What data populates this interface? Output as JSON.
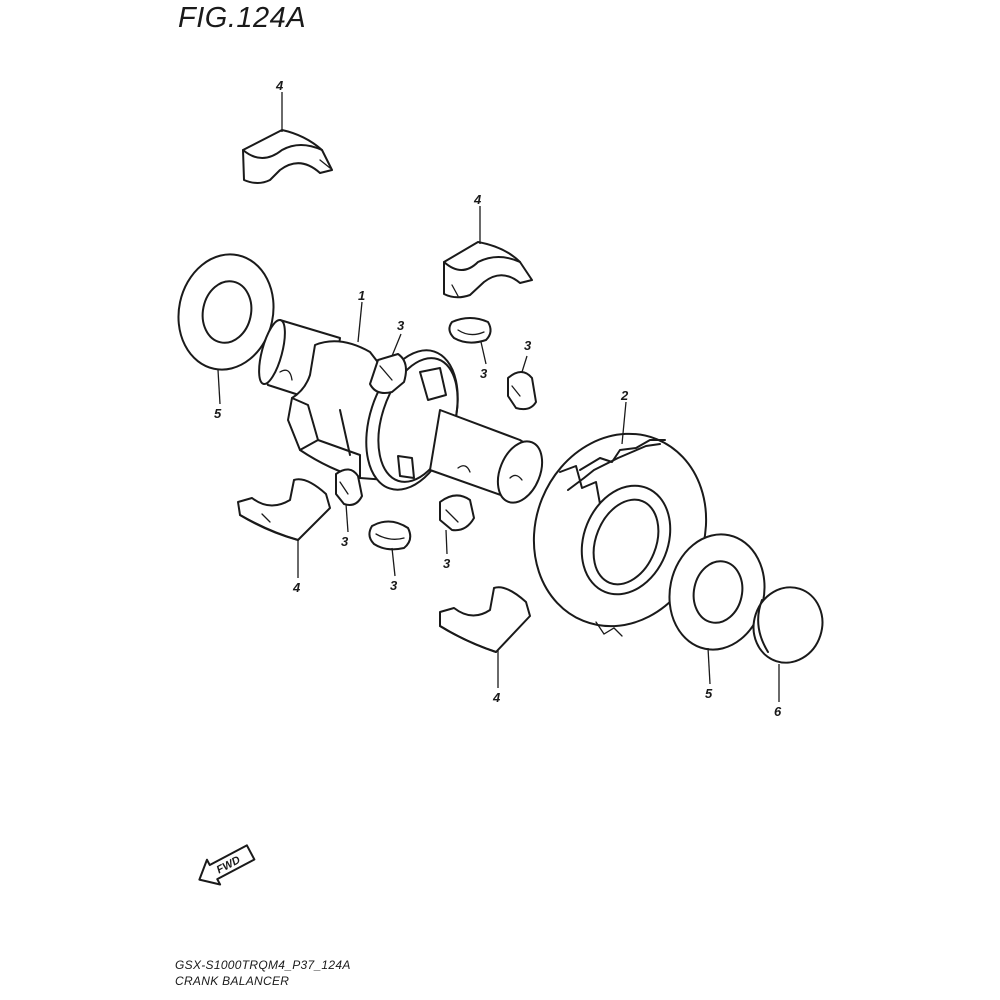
{
  "figure": {
    "title": "FIG.124A",
    "model_code": "GSX-S1000TRQM4_P37_124A",
    "group_name": "CRANK BALANCER"
  },
  "fwd_indicator": {
    "label": "FWD",
    "icon": "forward-arrow-icon"
  },
  "callouts": [
    {
      "number": "4"
    },
    {
      "number": "4"
    },
    {
      "number": "1"
    },
    {
      "number": "3"
    },
    {
      "number": "3"
    },
    {
      "number": "3"
    },
    {
      "number": "5"
    },
    {
      "number": "2"
    },
    {
      "number": "3"
    },
    {
      "number": "3"
    },
    {
      "number": "3"
    },
    {
      "number": "4"
    },
    {
      "number": "4"
    },
    {
      "number": "5"
    },
    {
      "number": "6"
    }
  ]
}
